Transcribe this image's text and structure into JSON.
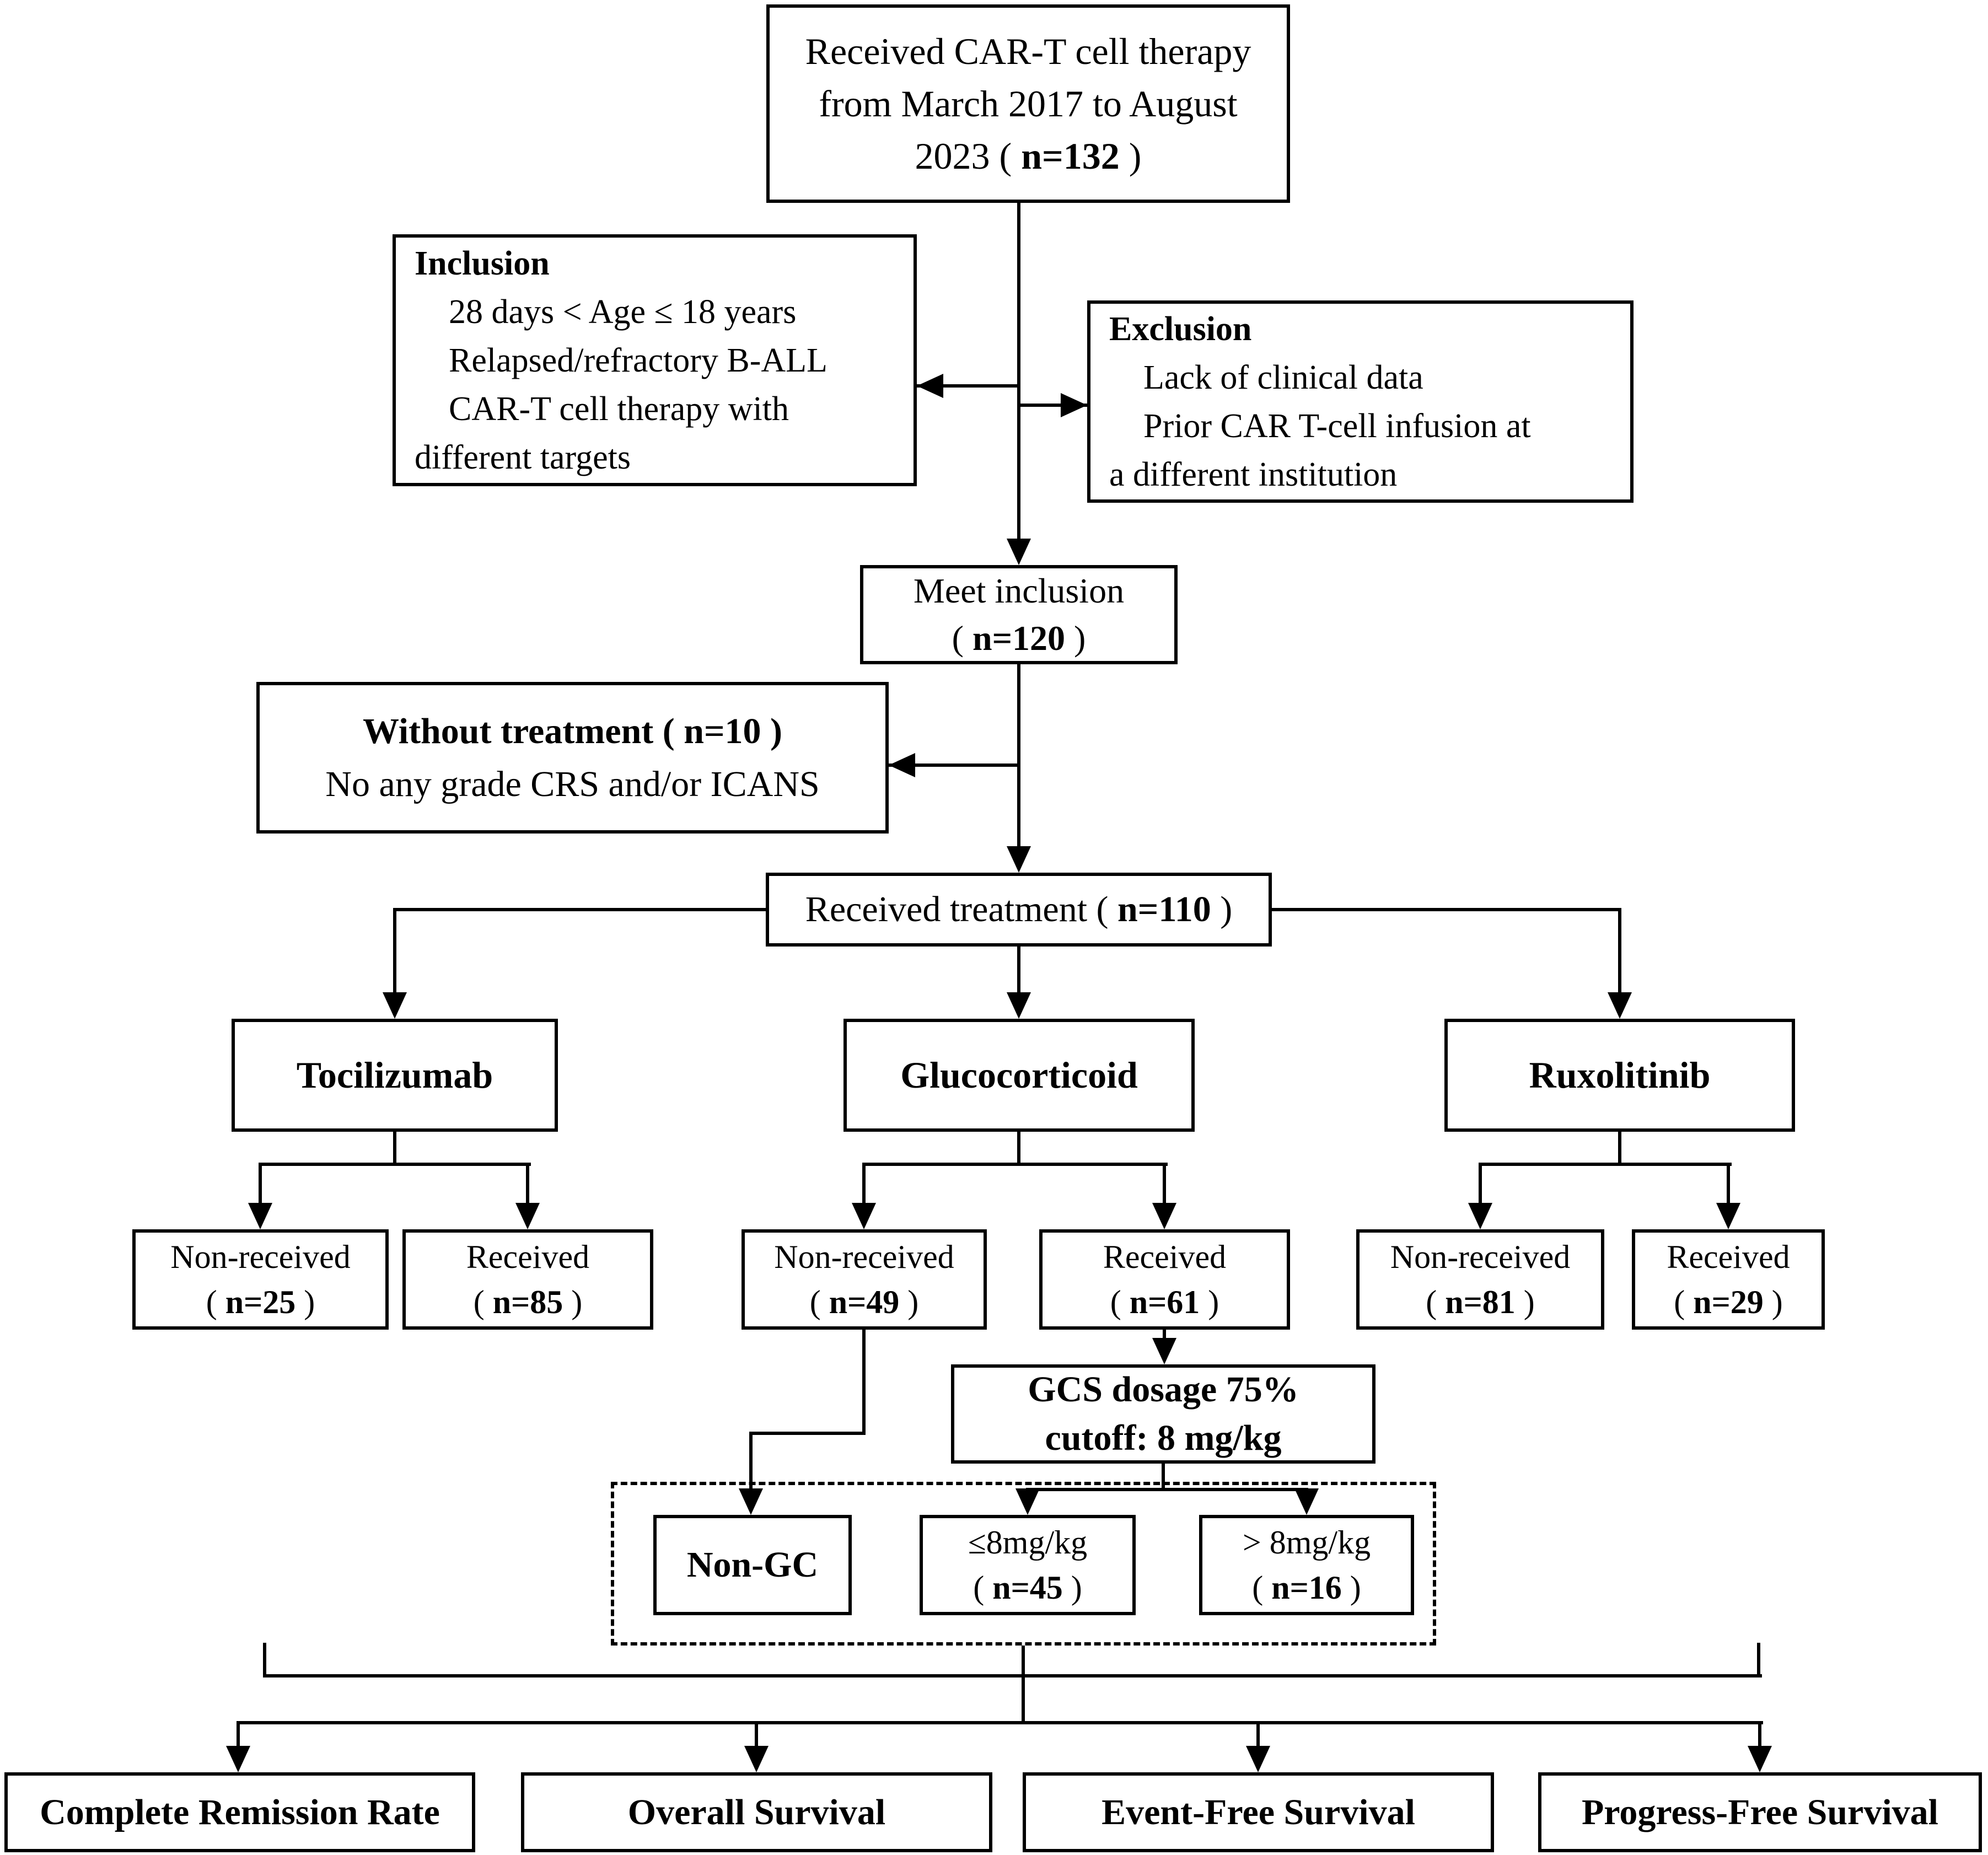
{
  "colors": {
    "background": "#ffffff",
    "line": "#000000",
    "text": "#000000"
  },
  "boxes": {
    "start": {
      "line1": "Received CAR-T cell therapy",
      "line2": "from March 2017 to August",
      "line3_pre": "2023 ( ",
      "line3_n": "n=132",
      "line3_post": " )"
    },
    "inclusion": {
      "title": "Inclusion",
      "item1": "28 days < Age ≤ 18 years",
      "item2": "Relapsed/refractory B-ALL",
      "item3": "CAR-T cell therapy with",
      "item4": "different targets"
    },
    "exclusion": {
      "title": "Exclusion",
      "item1": "Lack of clinical data",
      "item2": "Prior CAR T-cell infusion at",
      "item3": "a different institution"
    },
    "meet": {
      "line1": "Meet inclusion",
      "pre": "( ",
      "n": "n=120",
      "post": " )"
    },
    "without": {
      "line1": "Without treatment ( n=10 )",
      "line2": "No any grade CRS and/or ICANS"
    },
    "received_treatment": {
      "pre": "Received treatment ( ",
      "n": "n=110",
      "post": " )"
    },
    "tocilizumab": {
      "label": "Tocilizumab"
    },
    "glucocorticoid": {
      "label": "Glucocorticoid"
    },
    "ruxolitinib": {
      "label": "Ruxolitinib"
    },
    "toci_non_received": {
      "line1": "Non-received",
      "pre": "( ",
      "n": "n=25",
      "post": " )"
    },
    "toci_received": {
      "line1": "Received",
      "pre": "( ",
      "n": "n=85",
      "post": " )"
    },
    "gc_non_received": {
      "line1": "Non-received",
      "pre": "( ",
      "n": "n=49",
      "post": " )"
    },
    "gc_received": {
      "line1": "Received",
      "pre": "( ",
      "n": "n=61",
      "post": " )"
    },
    "ruxo_non_received": {
      "line1": "Non-received",
      "pre": "( ",
      "n": "n=81",
      "post": " )"
    },
    "ruxo_received": {
      "line1": "Received",
      "pre": "( ",
      "n": "n=29",
      "post": " )"
    },
    "gcs_dosage": {
      "line1": "GCS dosage 75%",
      "line2": "cutoff: 8 mg/kg"
    },
    "non_gc": {
      "label": "Non-GC"
    },
    "le8": {
      "line1": "≤8mg/kg",
      "pre": "( ",
      "n": "n=45",
      "post": " )"
    },
    "gt8": {
      "line1": "> 8mg/kg",
      "pre": "( ",
      "n": "n=16",
      "post": " )"
    },
    "outcome_crr": {
      "label": "Complete Remission Rate"
    },
    "outcome_os": {
      "label": "Overall Survival"
    },
    "outcome_efs": {
      "label": "Event-Free Survival"
    },
    "outcome_pfs": {
      "label": "Progress-Free Survival"
    }
  }
}
